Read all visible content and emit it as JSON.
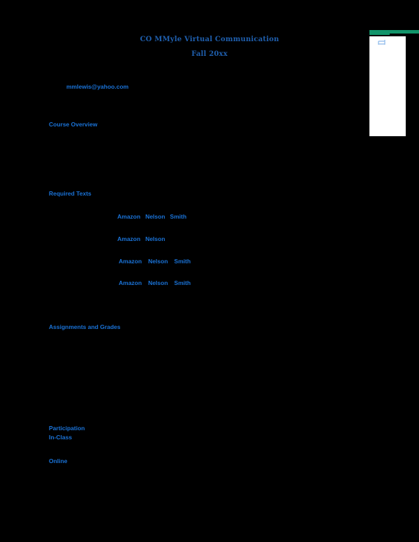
{
  "document": {
    "title_line1": "CO MMyle Virtual Communication",
    "title_line2": "Fall 20xx",
    "contact_email": "mmlewis@yahoo.com",
    "sections": {
      "course_overview": "Course Overview",
      "required_texts": "Required Texts",
      "requirements_and_grades": "Assignments and Grades",
      "participation": "Participation",
      "in_class": "In-Class",
      "online": "Online"
    },
    "required_texts_authors": [
      [
        "Amazon",
        "Nelson",
        "Smith"
      ],
      [
        "Amazon",
        "Nelson"
      ],
      [
        "Amazon",
        "Nelson",
        "Smith"
      ],
      [
        "Amazon",
        "Nelson",
        "Smith"
      ]
    ]
  },
  "side_panel": {
    "icon": "bookmark-tab-icon",
    "accent_color": "#12946a"
  },
  "colors": {
    "background": "#000000",
    "title_text": "#1f5fae",
    "body_text": "#1a73d8",
    "panel": "#ffffff"
  }
}
